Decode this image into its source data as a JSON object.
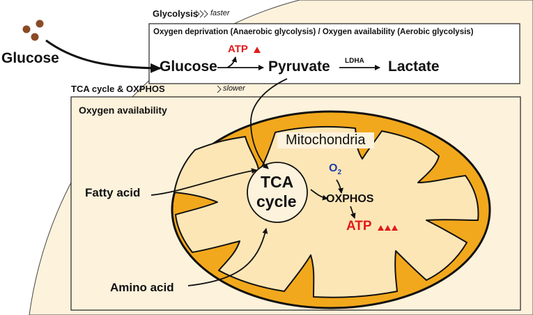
{
  "glycolysis": {
    "title": "Glycolysis",
    "speed": "faster",
    "condition": "Oxygen deprivation (Anaerobic glycolysis) / Oxygen availability (Aerobic glycolysis)",
    "glucose": "Glucose",
    "atp": "ATP",
    "pyruvate": "Pyruvate",
    "ldha": "LDHA",
    "lactate": "Lactate"
  },
  "external": {
    "glucose": "Glucose",
    "fatty_acid": "Fatty acid",
    "amino_acid": "Amino acid"
  },
  "tca": {
    "title": "TCA cycle & OXPHOS",
    "speed": "slower",
    "condition": "Oxygen availability",
    "mitochondria": "Mitochondria",
    "cycle_line1": "TCA",
    "cycle_line2": "cycle",
    "o2_base": "O",
    "o2_sub": "2",
    "oxphos": "OXPHOS",
    "atp": "ATP"
  },
  "colors": {
    "cell_fill": "#fdf2dc",
    "mito_orange": "#f2a81c",
    "mito_inner": "#fde6b6",
    "atp_red": "#e01b1b",
    "oxygen_blue": "#1c3fa8",
    "glucose_particle": "#8a4a26"
  }
}
